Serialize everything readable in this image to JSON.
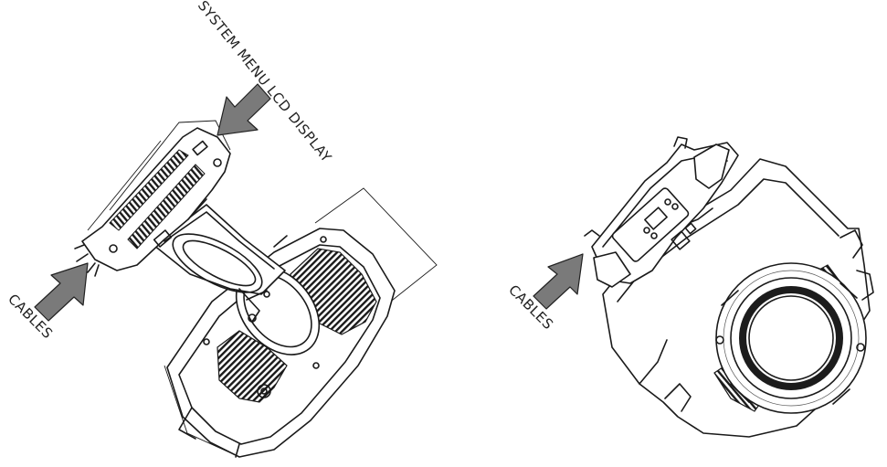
{
  "labels": {
    "lcd_label": "SYSTEM MENU LCD DISPLAY",
    "cables_left": "CABLES",
    "cables_right": "CABLES"
  },
  "colors": {
    "line": "#1a1a1a",
    "arrow_fill": "#7a7a7a",
    "background": "#ffffff"
  }
}
